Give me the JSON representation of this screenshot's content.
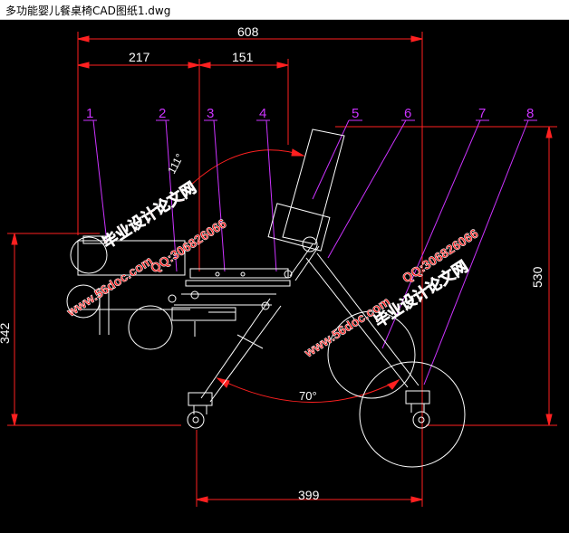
{
  "window": {
    "title": "多功能婴儿餐桌椅CAD图纸1.dwg"
  },
  "drawing": {
    "dimensions": {
      "top_total": "608",
      "top_left": "217",
      "top_mid": "151",
      "right_height": "530",
      "left_height": "342",
      "bottom_width": "399",
      "angle_top": "111°",
      "angle_bottom": "70°"
    },
    "callouts": [
      "1",
      "2",
      "3",
      "4",
      "5",
      "6",
      "7",
      "8"
    ],
    "watermarks": {
      "site_a": "www.56doc.com",
      "qq_a": "QQ:306826066",
      "name_a": "毕业设计论文网",
      "site_b": "www.56doc.com",
      "qq_b": "QQ:306826066",
      "name_b": "毕业设计论文网"
    },
    "colors": {
      "dimension": "#ff2020",
      "callout": "#cc33ff",
      "outline": "#ffffff",
      "watermark": "#ff1010"
    }
  }
}
